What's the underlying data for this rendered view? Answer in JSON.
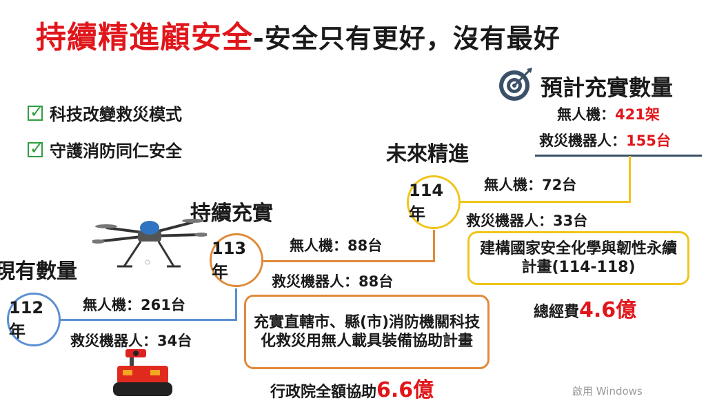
{
  "title": {
    "part1": "持續精進顧安全",
    "part2": "-安全只有更好，沒有最好"
  },
  "bullets": [
    "科技改變救災模式",
    "守護消防同仁安全"
  ],
  "target": {
    "heading": "預計充實數量",
    "drone_label": "無人機：",
    "drone_value": "421架",
    "robot_label": "救災機器人：",
    "robot_value": "155台"
  },
  "stages": [
    {
      "label": "現有數量",
      "year": "112年",
      "drone": "無人機：261台",
      "robot": "救災機器人：34台",
      "color": "#5b8fd1"
    },
    {
      "label": "持續充實",
      "year": "113年",
      "drone": "無人機：88台",
      "robot": "救災機器人：88台",
      "color": "#e08a3a"
    },
    {
      "label": "未來精進",
      "year": "114年",
      "drone": "無人機：72台",
      "robot": "救災機器人：33台",
      "color": "#f0c419"
    }
  ],
  "plan_113": {
    "text": "充實直轄市、縣(市)消防機關科技化救災用無人載具裝備協助計畫",
    "funding_label": "行政院全額協助",
    "funding_value": "6.6億"
  },
  "plan_114": {
    "text": "建構國家安全化學與韌性永續計畫(114-118)",
    "funding_label": "總經費",
    "funding_value": "4.6億"
  },
  "watermark": "啟用 Windows",
  "colors": {
    "accent_red": "#e0161b",
    "blue": "#5b8fd1",
    "orange": "#e08a3a",
    "yellow": "#f0c419",
    "check_green": "#2f9e3f"
  }
}
